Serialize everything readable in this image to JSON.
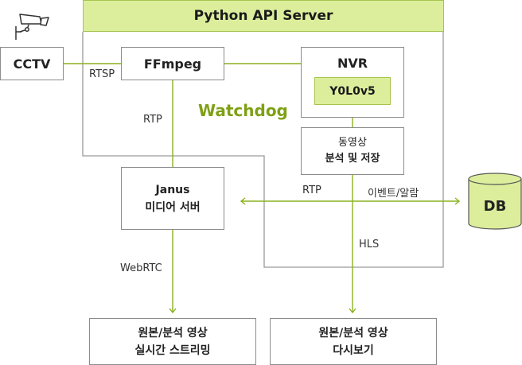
{
  "header": {
    "title": "Python API Server"
  },
  "nodes": {
    "cctv": {
      "label": "CCTV"
    },
    "ffmpeg": {
      "label": "FFmpeg"
    },
    "nvr": {
      "label": "NVR",
      "model": "Y0L0v5"
    },
    "storage": {
      "line1": "동영상",
      "line2": "분석 및 저장"
    },
    "janus": {
      "line1": "Janus",
      "line2": "미디어 서버"
    },
    "db": {
      "label": "DB"
    },
    "live": {
      "line1": "원본/분석 영상",
      "line2": "실시간 스트리밍"
    },
    "replay": {
      "line1": "원본/분석 영상",
      "line2": "다시보기"
    }
  },
  "watchdog": "Watchdog",
  "edges": {
    "rtsp": "RTSP",
    "rtp_down": "RTP",
    "rtp_right": "RTP",
    "event": "이벤트/알람",
    "hls": "HLS",
    "webrtc": "WebRTC"
  },
  "icons": {
    "camera": "cctv-camera-icon"
  },
  "colors": {
    "accent": "#8ab21f",
    "fill": "#dcee9c",
    "border": "#8c8c8c",
    "watchdog": "#7fa015"
  }
}
